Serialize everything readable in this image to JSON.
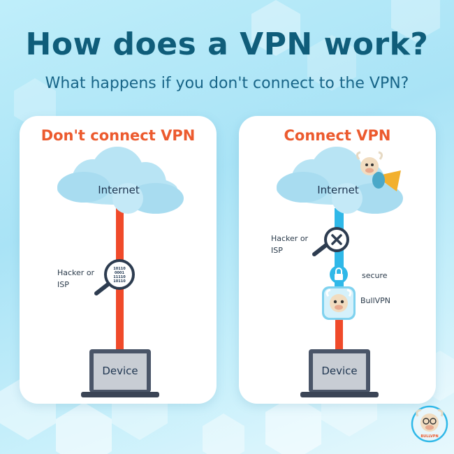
{
  "title": "How does a VPN work?",
  "subtitle": "What happens if you don't connect to the VPN?",
  "panels": {
    "left": {
      "heading": "Don't connect VPN",
      "cloud_label": "Internet",
      "interceptor_label_1": "Hacker or",
      "interceptor_label_2": "ISP",
      "binary_data": [
        "10110",
        "0001",
        "11110",
        "10110"
      ],
      "device_label": "Device"
    },
    "right": {
      "heading": "Connect VPN",
      "cloud_label": "Internet",
      "interceptor_label_1": "Hacker or",
      "interceptor_label_2": "ISP",
      "secure_label": "secure",
      "app_label": "BullVPN",
      "device_label": "Device"
    }
  },
  "brand_logo_text": "BULLVPN",
  "colors": {
    "title": "#0f5d7a",
    "heading_accent": "#ec5a2e",
    "unsecured_line": "#f04a2a",
    "vpn_tunnel": "#2fb8e8",
    "cloud": "#b8e4f4",
    "lock": "#2fb8e8"
  }
}
